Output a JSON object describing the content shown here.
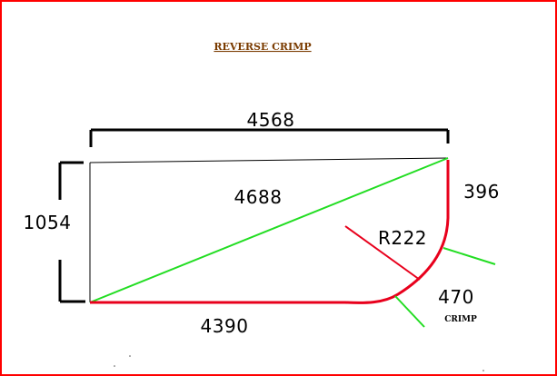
{
  "title": "REVERSE CRIMP",
  "dimensions": {
    "top_width": "4568",
    "left_height": "1054",
    "diagonal": "4688",
    "right_edge": "396",
    "radius": "R222",
    "bottom_length": "4390",
    "crimp_value": "470",
    "crimp_label": "CRIMP"
  },
  "colors": {
    "border": "#ff0000",
    "red_line": "#e8001c",
    "green_line": "#22dd22",
    "title": "#7a3b00",
    "black": "#000000"
  }
}
